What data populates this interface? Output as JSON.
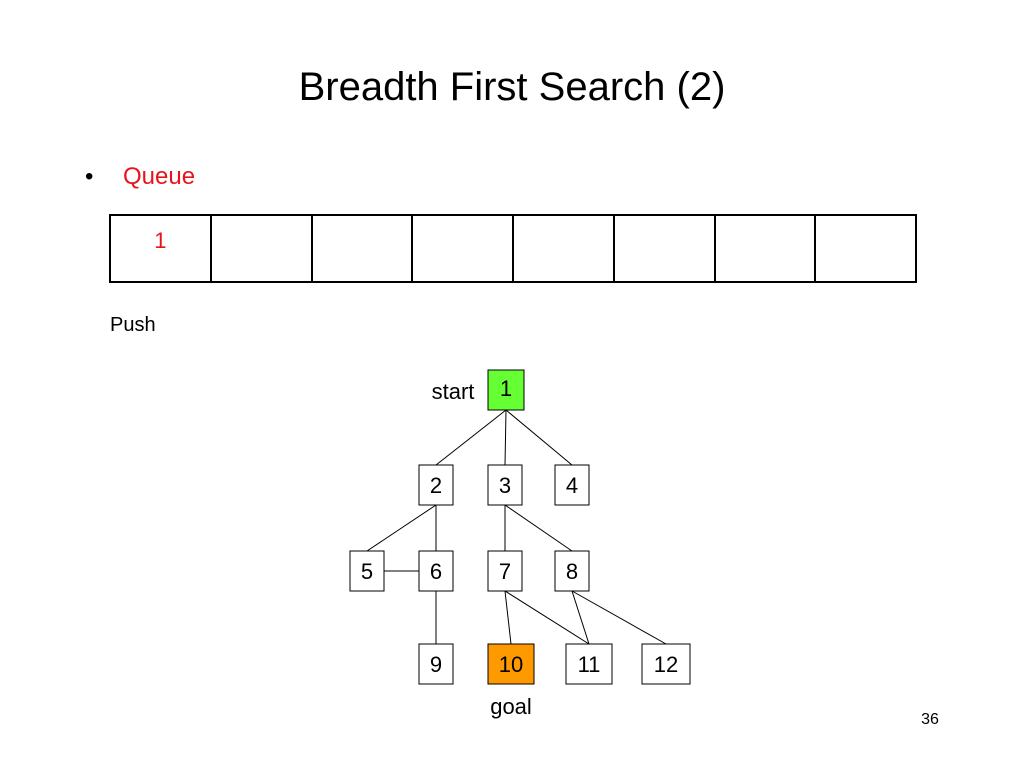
{
  "slide": {
    "title": "Breadth First Search (2)",
    "bullet_marker": "•",
    "bullet_text": "Queue",
    "queue_cells": [
      "1",
      "",
      "",
      "",
      "",
      "",
      "",
      ""
    ],
    "push_label": "Push",
    "page_number": "36"
  },
  "tree": {
    "start_label": "start",
    "goal_label": "goal",
    "colors": {
      "start_node": "#66ff33",
      "goal_node": "#ff9900",
      "queue_text": "#e8141b"
    },
    "nodes": [
      {
        "id": "1",
        "label": "1",
        "state": "start"
      },
      {
        "id": "2",
        "label": "2",
        "state": "normal"
      },
      {
        "id": "3",
        "label": "3",
        "state": "normal"
      },
      {
        "id": "4",
        "label": "4",
        "state": "normal"
      },
      {
        "id": "5",
        "label": "5",
        "state": "normal"
      },
      {
        "id": "6",
        "label": "6",
        "state": "normal"
      },
      {
        "id": "7",
        "label": "7",
        "state": "normal"
      },
      {
        "id": "8",
        "label": "8",
        "state": "normal"
      },
      {
        "id": "9",
        "label": "9",
        "state": "normal"
      },
      {
        "id": "10",
        "label": "10",
        "state": "goal"
      },
      {
        "id": "11",
        "label": "11",
        "state": "normal"
      },
      {
        "id": "12",
        "label": "12",
        "state": "normal"
      }
    ],
    "edges": [
      [
        "1",
        "2"
      ],
      [
        "1",
        "3"
      ],
      [
        "1",
        "4"
      ],
      [
        "2",
        "5"
      ],
      [
        "2",
        "6"
      ],
      [
        "5",
        "6"
      ],
      [
        "3",
        "7"
      ],
      [
        "3",
        "8"
      ],
      [
        "6",
        "9"
      ],
      [
        "7",
        "10"
      ],
      [
        "7",
        "11"
      ],
      [
        "8",
        "11"
      ],
      [
        "8",
        "12"
      ]
    ]
  }
}
